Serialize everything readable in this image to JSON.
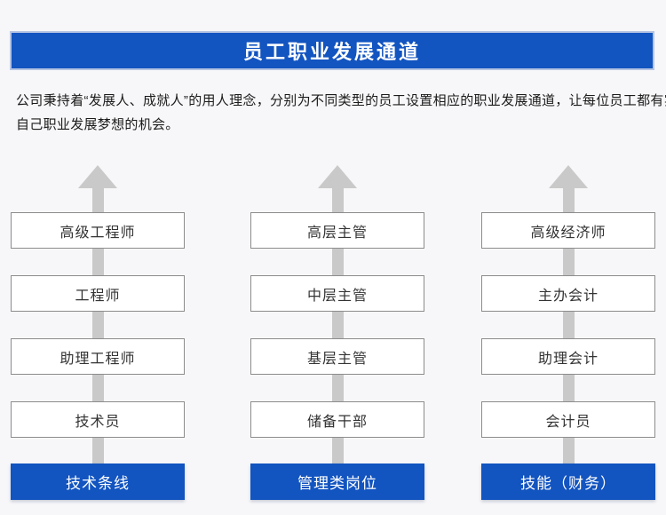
{
  "header": {
    "title": "员工职业发展通道"
  },
  "intro": {
    "lines": [
      "公司秉持着“发展人、成就人”的用人理念，分别为不同类型的员工设置相应的职业发展通道，让每位员工都有实现",
      "自己职业发展梦想的机会。"
    ]
  },
  "columns": [
    {
      "category": "技术条线",
      "levels": [
        "高级工程师",
        "工程师",
        "助理工程师",
        "技术员"
      ]
    },
    {
      "category": "管理类岗位",
      "levels": [
        "高层主管",
        "中层主管",
        "基层主管",
        "储备干部"
      ]
    },
    {
      "category": "技能（财务）",
      "levels": [
        "高级经济师",
        "主办会计",
        "助理会计",
        "会计员"
      ]
    }
  ],
  "colors": {
    "accent_blue": "#1254c0",
    "banner_edge": "#b6c4e3",
    "arrow_gray": "#c9c9c9",
    "box_border": "#8c8c8c",
    "background": "#f7f7f9"
  },
  "icons": {
    "up_arrow": "upward progression arrow"
  }
}
